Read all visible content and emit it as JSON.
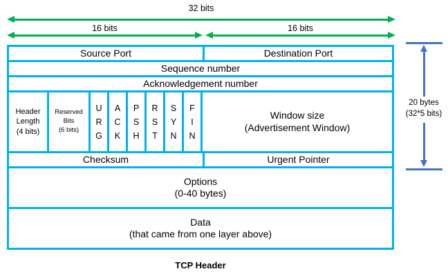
{
  "labels": {
    "bits32": "32 bits",
    "bits16_left": "16 bits",
    "bits16_right": "16 bits",
    "side_line1": "20 bytes",
    "side_line2": "(32*5 bits)",
    "caption": "TCP Header"
  },
  "colors": {
    "table_border": "#00B0F0",
    "green_arrow": "#00B050",
    "blue_arrow": "#4472C4",
    "text": "#000000"
  },
  "table": {
    "row1": {
      "left": "Source Port",
      "right": "Destination Port"
    },
    "row2": "Sequence number",
    "row3": "Acknowledgement number",
    "row4": {
      "header_length": [
        "Header",
        "Length",
        "(4 bits)"
      ],
      "reserved": [
        "Reserved",
        "Bits",
        "(6 bits)"
      ],
      "flags": [
        [
          "U",
          "R",
          "G"
        ],
        [
          "A",
          "C",
          "K"
        ],
        [
          "P",
          "S",
          "H"
        ],
        [
          "R",
          "S",
          "T"
        ],
        [
          "S",
          "Y",
          "N"
        ],
        [
          "F",
          "I",
          "N"
        ]
      ],
      "window": [
        "Window size",
        "(Advertisement Window)"
      ]
    },
    "row5": {
      "left": "Checksum",
      "right": "Urgent Pointer"
    },
    "row6": [
      "Options",
      "(0-40 bytes)"
    ],
    "row7": [
      "Data",
      "(that came from one layer above)"
    ]
  }
}
